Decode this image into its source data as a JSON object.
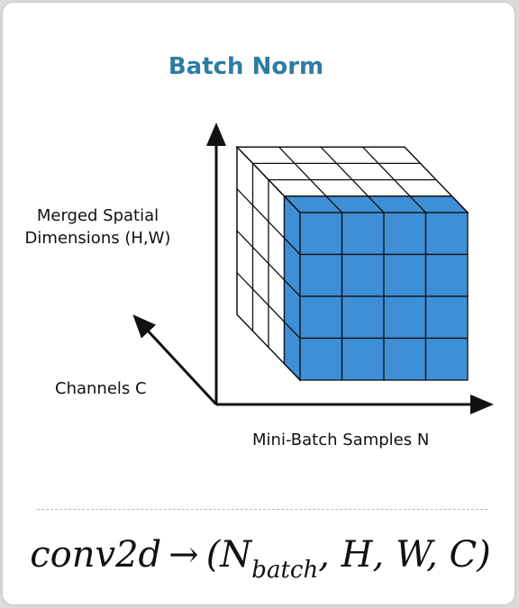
{
  "title": "Batch Norm",
  "labels": {
    "spatial_line1": "Merged Spatial",
    "spatial_line2": "Dimensions (H,W)",
    "channels": "Channels C",
    "samples": "Mini-Batch Samples N"
  },
  "formula": {
    "lhs": "conv2d",
    "arrow": "→",
    "open": "(",
    "n": "N",
    "n_sub": "batch",
    "rest": ", H, W, C",
    "close": ")"
  },
  "colors": {
    "title": "#2f7ba3",
    "highlight": "#3f8fd6",
    "grid_line": "#111111"
  },
  "cube": {
    "cols": 4,
    "rows": 4,
    "depth": 4,
    "highlighted_layer": "front N×(H,W) face for one channel"
  }
}
